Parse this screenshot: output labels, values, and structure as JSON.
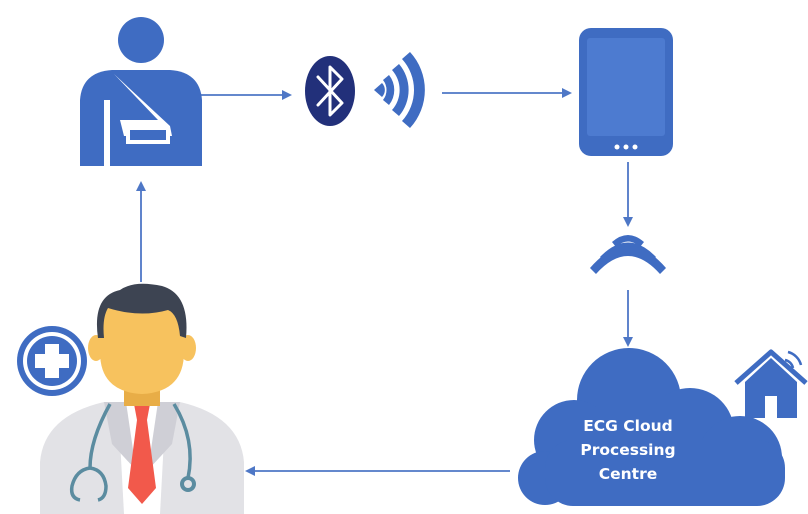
{
  "diagram": {
    "cloud": {
      "line1": "ECG Cloud",
      "line2": "Processing",
      "line3": "Centre"
    },
    "nodes": [
      {
        "id": "patient",
        "icon": "patient-with-arm-sling-icon"
      },
      {
        "id": "bluetooth",
        "icon": "bluetooth-icon"
      },
      {
        "id": "wireless-signal",
        "icon": "wifi-signal-icon"
      },
      {
        "id": "tablet",
        "icon": "tablet-device-icon"
      },
      {
        "id": "cellular-signal",
        "icon": "wireless-broadcast-icon"
      },
      {
        "id": "ecg-cloud",
        "icon": "cloud-icon"
      },
      {
        "id": "smart-home",
        "icon": "smart-home-icon"
      },
      {
        "id": "doctor",
        "icon": "doctor-icon"
      },
      {
        "id": "medical-cross",
        "icon": "medical-cross-icon"
      }
    ],
    "flow": [
      "patient",
      "bluetooth",
      "tablet",
      "ecg-cloud",
      "doctor",
      "patient"
    ],
    "colors": {
      "icon_blue": "#3F6CC2",
      "arrow_blue": "#4E77C6",
      "bluetooth_navy": "#22307A",
      "doctor_skin": "#F7C25E",
      "doctor_hair": "#3D4452",
      "doctor_coat": "#E2E2E6",
      "doctor_tie": "#F2594B",
      "stethoscope": "#5B8CA0"
    }
  }
}
